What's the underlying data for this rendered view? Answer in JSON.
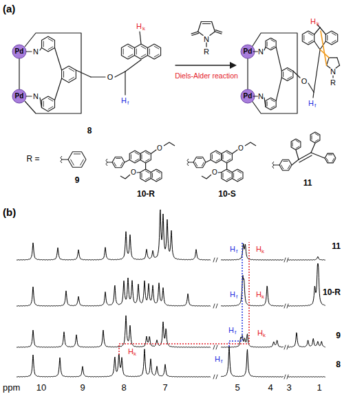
{
  "diagram": {
    "labels": [
      "(a)",
      "Pd",
      "Pd",
      "N",
      "N",
      "O",
      "H",
      "k",
      "H",
      "f",
      "N",
      "R",
      "Diels-Alder reaction",
      "Pd",
      "Pd",
      "N",
      "N",
      "O",
      "H",
      "k",
      "H",
      "f",
      "N",
      "R",
      "8",
      "R =",
      "O",
      "O",
      "O",
      "O",
      "9",
      "10-R",
      "10-S",
      "11",
      "(b)",
      "11",
      "10-R",
      "9",
      "8",
      "H",
      "f",
      "H",
      "k",
      "H",
      "f",
      "H",
      "k",
      "H",
      "f",
      "H",
      "k",
      "H",
      "f",
      "H",
      "k",
      "ppm",
      "10",
      "9",
      "8",
      "7",
      "5",
      "4",
      "3",
      "1"
    ]
  }
}
